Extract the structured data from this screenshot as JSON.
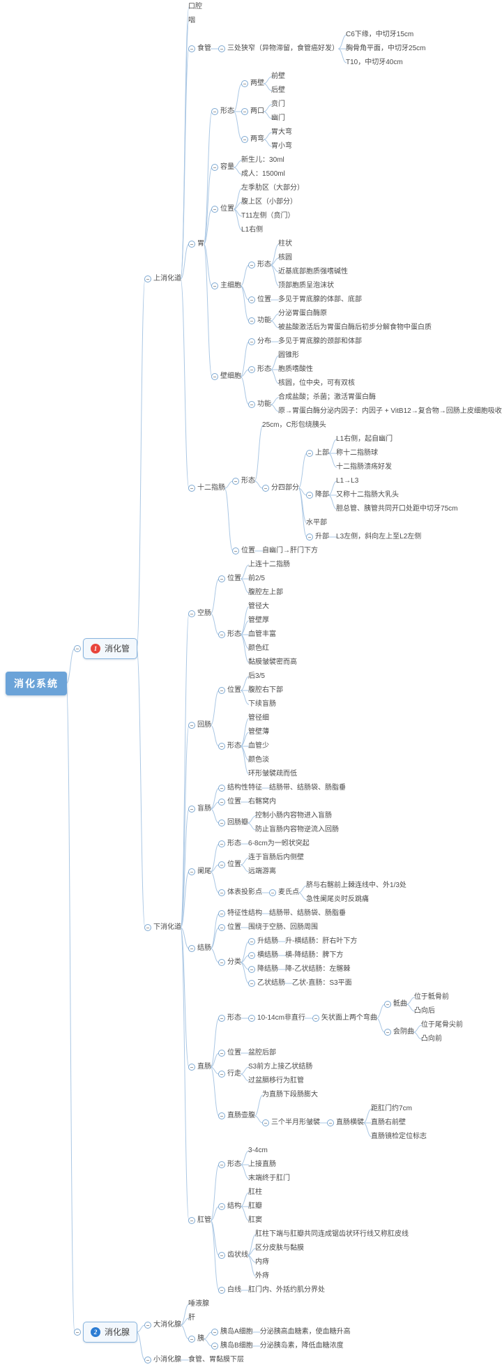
{
  "colors": {
    "connector": "#aac7e4",
    "root_bg": "#6ba3d8",
    "root_text": "#ffffff",
    "card_border": "#88b4de",
    "card_bg": "#f3f8fd",
    "badge_1": "#e8453c",
    "badge_2": "#2b7cd3",
    "text": "#4b4b4b"
  },
  "tree": {
    "label": "消化系统",
    "style": "root",
    "children": [
      {
        "label": "消化管",
        "style": "box",
        "badge": "1",
        "badge_color": "#e8453c",
        "children": [
          {
            "label": "上消化道",
            "children": [
              {
                "label": "口腔"
              },
              {
                "label": "咽"
              },
              {
                "label": "食管",
                "children": [
                  {
                    "label": "三处狭窄（异物滞留，食管癌好发）",
                    "children": [
                      {
                        "label": "C6下缘，中切牙15cm"
                      },
                      {
                        "label": "胸骨角平面，中切牙25cm"
                      },
                      {
                        "label": "T10，中切牙40cm"
                      }
                    ]
                  }
                ]
              },
              {
                "label": "胃",
                "children": [
                  {
                    "label": "形态",
                    "children": [
                      {
                        "label": "两壁",
                        "children": [
                          {
                            "label": "前壁"
                          },
                          {
                            "label": "后壁"
                          }
                        ]
                      },
                      {
                        "label": "两口",
                        "children": [
                          {
                            "label": "贲门"
                          },
                          {
                            "label": "幽门"
                          }
                        ]
                      },
                      {
                        "label": "两弯",
                        "children": [
                          {
                            "label": "胃大弯"
                          },
                          {
                            "label": "胃小弯"
                          }
                        ]
                      }
                    ]
                  },
                  {
                    "label": "容量",
                    "children": [
                      {
                        "label": "新生儿：30ml"
                      },
                      {
                        "label": "成人：1500ml"
                      }
                    ]
                  },
                  {
                    "label": "位置",
                    "children": [
                      {
                        "label": "左季肋区（大部分）"
                      },
                      {
                        "label": "腹上区（小部分）"
                      },
                      {
                        "label": "T11左侧（贲门）"
                      },
                      {
                        "label": "L1右侧"
                      }
                    ]
                  },
                  {
                    "label": "主细胞",
                    "children": [
                      {
                        "label": "形态",
                        "children": [
                          {
                            "label": "柱状"
                          },
                          {
                            "label": "核圆"
                          },
                          {
                            "label": "近基底部胞质强嗜碱性"
                          },
                          {
                            "label": "顶部胞质呈泡沫状"
                          }
                        ]
                      },
                      {
                        "label": "位置",
                        "children": [
                          {
                            "label": "多见于胃底腺的体部、底部"
                          }
                        ]
                      },
                      {
                        "label": "功能",
                        "children": [
                          {
                            "label": "分泌胃蛋白酶原"
                          },
                          {
                            "label": "被盐酸激活后为胃蛋白酶后初步分解食物中蛋白质"
                          }
                        ]
                      }
                    ]
                  },
                  {
                    "label": "壁细胞",
                    "children": [
                      {
                        "label": "分布",
                        "children": [
                          {
                            "label": "多见于胃底腺的颈部和体部"
                          }
                        ]
                      },
                      {
                        "label": "形态",
                        "children": [
                          {
                            "label": "圆锥形"
                          },
                          {
                            "label": "胞质嗜酸性"
                          },
                          {
                            "label": "核圆，位中央，可有双核"
                          }
                        ]
                      },
                      {
                        "label": "功能",
                        "children": [
                          {
                            "label": "合成盐酸；杀菌；激活胃蛋白酶"
                          },
                          {
                            "label": "原→胃蛋白酶分泌内因子：内因子 + VitB12→复合物→回肠上皮细胞吸收"
                          }
                        ]
                      }
                    ]
                  }
                ]
              },
              {
                "label": "十二指肠",
                "children": [
                  {
                    "label": "形态",
                    "children": [
                      {
                        "label": "25cm，C形包绕胰头"
                      },
                      {
                        "label": "分四部分",
                        "children": [
                          {
                            "label": "上部",
                            "children": [
                              {
                                "label": "L1右侧，起自幽门"
                              },
                              {
                                "label": "称十二指肠球"
                              },
                              {
                                "label": "十二指肠溃疡好发"
                              }
                            ]
                          },
                          {
                            "label": "降部",
                            "children": [
                              {
                                "label": "L1→L3"
                              },
                              {
                                "label": "又称十二指肠大乳头"
                              },
                              {
                                "label": "胆总管、胰管共同开口处距中切牙75cm"
                              }
                            ]
                          },
                          {
                            "label": "水平部"
                          },
                          {
                            "label": "升部",
                            "children": [
                              {
                                "label": "L3左侧，斜向左上至L2左侧"
                              }
                            ]
                          }
                        ]
                      }
                    ]
                  },
                  {
                    "label": "位置",
                    "children": [
                      {
                        "label": "自幽门→肝门下方"
                      }
                    ]
                  }
                ]
              }
            ]
          },
          {
            "label": "下消化道",
            "children": [
              {
                "label": "空肠",
                "children": [
                  {
                    "label": "位置",
                    "children": [
                      {
                        "label": "上连十二指肠"
                      },
                      {
                        "label": "前2/5"
                      },
                      {
                        "label": "腹腔左上部"
                      }
                    ]
                  },
                  {
                    "label": "形态",
                    "children": [
                      {
                        "label": "管径大"
                      },
                      {
                        "label": "管壁厚"
                      },
                      {
                        "label": "血管丰富"
                      },
                      {
                        "label": "颜色红"
                      },
                      {
                        "label": "黏膜皱襞密而高"
                      }
                    ]
                  }
                ]
              },
              {
                "label": "回肠",
                "children": [
                  {
                    "label": "位置",
                    "children": [
                      {
                        "label": "后3/5"
                      },
                      {
                        "label": "腹腔右下部"
                      },
                      {
                        "label": "下续盲肠"
                      }
                    ]
                  },
                  {
                    "label": "形态",
                    "children": [
                      {
                        "label": "管径细"
                      },
                      {
                        "label": "管壁薄"
                      },
                      {
                        "label": "血管少"
                      },
                      {
                        "label": "颜色淡"
                      },
                      {
                        "label": "环形皱襞疏而低"
                      }
                    ]
                  }
                ]
              },
              {
                "label": "盲肠",
                "children": [
                  {
                    "label": "结构性特征",
                    "children": [
                      {
                        "label": "结肠带、结肠袋、肠脂垂"
                      }
                    ]
                  },
                  {
                    "label": "位置",
                    "children": [
                      {
                        "label": "右髂窝内"
                      }
                    ]
                  },
                  {
                    "label": "回肠瓣",
                    "children": [
                      {
                        "label": "控制小肠内容物进入盲肠"
                      },
                      {
                        "label": "防止盲肠内容物逆流入回肠"
                      }
                    ]
                  }
                ]
              },
              {
                "label": "阑尾",
                "children": [
                  {
                    "label": "形态",
                    "children": [
                      {
                        "label": "6-8cm为一蚓状突起"
                      }
                    ]
                  },
                  {
                    "label": "位置",
                    "children": [
                      {
                        "label": "连于盲肠后内侧壁"
                      },
                      {
                        "label": "远端游离"
                      }
                    ]
                  },
                  {
                    "label": "体表投影点",
                    "children": [
                      {
                        "label": "麦氏点",
                        "children": [
                          {
                            "label": "脐与右髂前上棘连线中、外1/3处"
                          },
                          {
                            "label": "急性阑尾炎时反跳痛"
                          }
                        ]
                      }
                    ]
                  }
                ]
              },
              {
                "label": "结肠",
                "children": [
                  {
                    "label": "特征性结构",
                    "children": [
                      {
                        "label": "结肠带、结肠袋、肠脂垂"
                      }
                    ]
                  },
                  {
                    "label": "位置",
                    "children": [
                      {
                        "label": "围绕于空肠、回肠周围"
                      }
                    ]
                  },
                  {
                    "label": "分类",
                    "children": [
                      {
                        "label": "升结肠",
                        "children": [
                          {
                            "label": "升-横结肠：肝右叶下方"
                          }
                        ]
                      },
                      {
                        "label": "横结肠",
                        "children": [
                          {
                            "label": "横-降结肠：脾下方"
                          }
                        ]
                      },
                      {
                        "label": "降结肠",
                        "children": [
                          {
                            "label": "降-乙状结肠：左髂棘"
                          }
                        ]
                      },
                      {
                        "label": "乙状结肠",
                        "children": [
                          {
                            "label": "乙状-直肠：S3平面"
                          }
                        ]
                      }
                    ]
                  }
                ]
              },
              {
                "label": "直肠",
                "children": [
                  {
                    "label": "形态",
                    "children": [
                      {
                        "label": "10-14cm非直行",
                        "children": [
                          {
                            "label": "矢状面上两个弯曲",
                            "children": [
                              {
                                "label": "骶曲",
                                "children": [
                                  {
                                    "label": "位于骶骨前"
                                  },
                                  {
                                    "label": "凸向后"
                                  }
                                ]
                              },
                              {
                                "label": "会阴曲",
                                "children": [
                                  {
                                    "label": "位于尾骨尖前"
                                  },
                                  {
                                    "label": "凸向前"
                                  }
                                ]
                              }
                            ]
                          }
                        ]
                      }
                    ]
                  },
                  {
                    "label": "位置",
                    "children": [
                      {
                        "label": "盆腔后部"
                      }
                    ]
                  },
                  {
                    "label": "行走",
                    "children": [
                      {
                        "label": "S3前方上接乙状结肠"
                      },
                      {
                        "label": "过盆膈移行为肛管"
                      }
                    ]
                  },
                  {
                    "label": "直肠壶腹",
                    "children": [
                      {
                        "label": "为直肠下段肠膨大"
                      },
                      {
                        "label": "三个半月形皱襞",
                        "children": [
                          {
                            "label": "直肠横襞",
                            "children": [
                              {
                                "label": "距肛门约7cm"
                              },
                              {
                                "label": "直肠右前壁"
                              },
                              {
                                "label": "直肠镜检定位标志"
                              }
                            ]
                          }
                        ]
                      }
                    ]
                  }
                ]
              },
              {
                "label": "肛管",
                "children": [
                  {
                    "label": "形态",
                    "children": [
                      {
                        "label": "3-4cm"
                      },
                      {
                        "label": "上接直肠"
                      },
                      {
                        "label": "末端终于肛门"
                      }
                    ]
                  },
                  {
                    "label": "结构",
                    "children": [
                      {
                        "label": "肛柱"
                      },
                      {
                        "label": "肛瓣"
                      },
                      {
                        "label": "肛窦"
                      }
                    ]
                  },
                  {
                    "label": "齿状线",
                    "children": [
                      {
                        "label": "肛柱下端与肛瓣共同连成锯齿状环行线又称肛皮线"
                      },
                      {
                        "label": "区分皮肤与黏膜"
                      },
                      {
                        "label": "内痔"
                      },
                      {
                        "label": "外痔"
                      }
                    ]
                  },
                  {
                    "label": "白线",
                    "children": [
                      {
                        "label": "肛门内、外括约肌分界处"
                      }
                    ]
                  }
                ]
              }
            ]
          }
        ]
      },
      {
        "label": "消化腺",
        "style": "box",
        "badge": "2",
        "badge_color": "#2b7cd3",
        "children": [
          {
            "label": "大消化腺",
            "children": [
              {
                "label": "唾液腺"
              },
              {
                "label": "肝"
              },
              {
                "label": "胰",
                "children": [
                  {
                    "label": "胰岛A细胞",
                    "children": [
                      {
                        "label": "分泌胰高血糖素，使血糖升高"
                      }
                    ]
                  },
                  {
                    "label": "胰岛B细胞",
                    "children": [
                      {
                        "label": "分泌胰岛素，降低血糖浓度"
                      }
                    ]
                  }
                ]
              }
            ]
          },
          {
            "label": "小消化腺",
            "children": [
              {
                "label": "食管、胃黏膜下层"
              }
            ]
          }
        ]
      }
    ]
  }
}
